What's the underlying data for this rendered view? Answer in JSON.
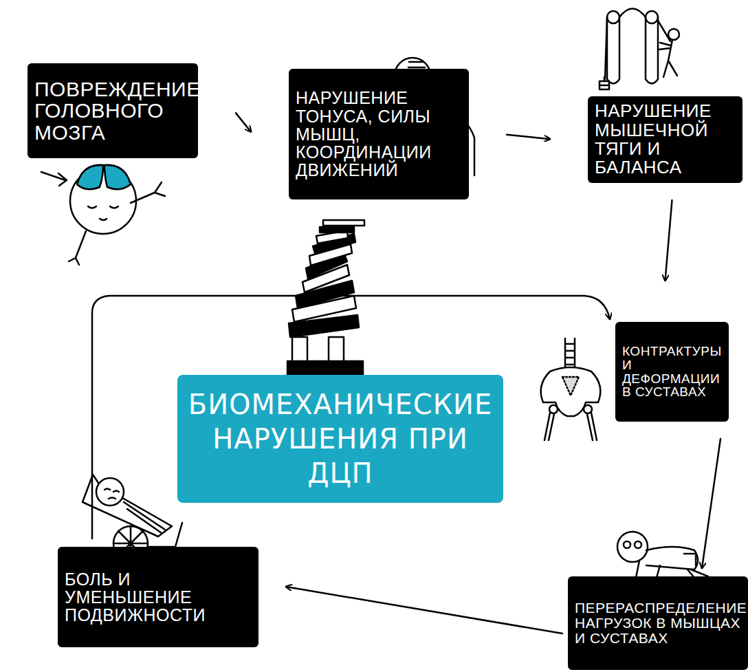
{
  "diagram": {
    "title": "БИОМЕХАНИЧЕСКИЕ НАРУШЕНИЯ ПРИ ДЦП",
    "nodes": [
      {
        "text": [
          "ПОВРЕЖДЕНИЕ ГОЛОВНОГО МОЗГА"
        ]
      },
      {
        "text": [
          "НАРУШЕНИЕ ТОНУСА, СИЛЫ МЫШЦ, КООРДИНАЦИИ ДВИЖЕНИЙ"
        ]
      },
      {
        "text": [
          "НАРУШЕНИЕ МЫШЕЧНОЙ ТЯГИ И БАЛАНСА"
        ]
      },
      {
        "text": [
          "КОНТРАКТУРЫ И ДЕФОРМАЦИИ В СУСТАВАХ"
        ]
      },
      {
        "text": [
          "ПЕРЕРАСПРЕДЕЛЕНИЕ НАГРУЗОК В МЫШЦАХ И СУСТАВАХ"
        ]
      },
      {
        "text": [
          "БОЛЬ И УМЕНЬШЕНИЕ ПОДВИЖНОСТИ"
        ]
      }
    ],
    "edges": [
      {
        "from": 0,
        "to": 1,
        "arrow": "to"
      },
      {
        "from": 1,
        "to": 2,
        "arrow": "to"
      },
      {
        "from": 2,
        "to": 3,
        "arrow": "to"
      },
      {
        "from": 3,
        "to": 4,
        "arrow": "to"
      },
      {
        "from": 4,
        "to": 5,
        "arrow": "to"
      },
      {
        "from": 5,
        "to": 3,
        "arrow": "to"
      }
    ]
  }
}
